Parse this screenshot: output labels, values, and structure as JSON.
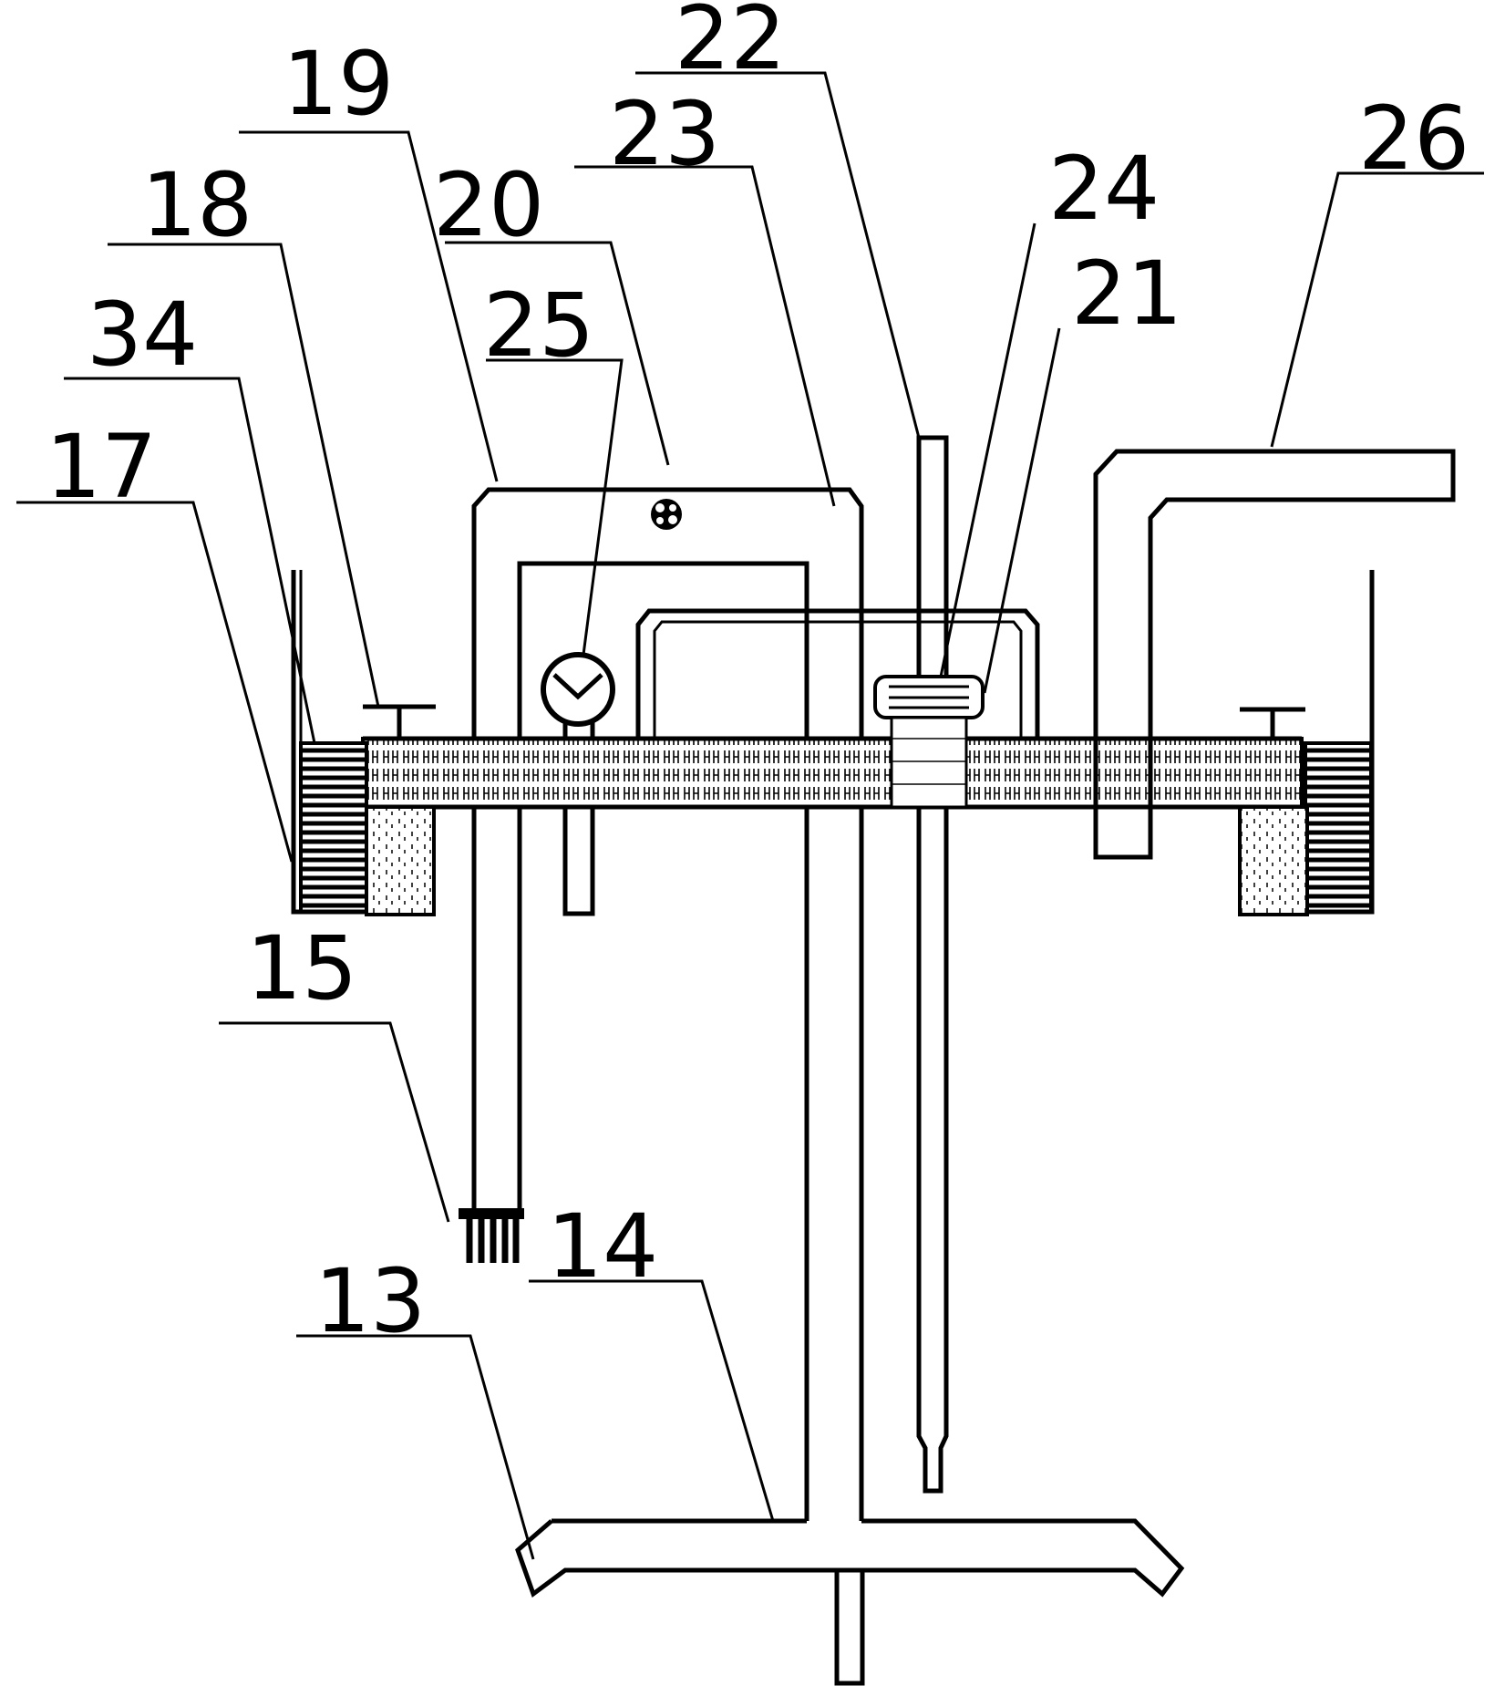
{
  "labels": {
    "l13": "13",
    "l14": "14",
    "l15": "15",
    "l17": "17",
    "l18": "18",
    "l19": "19",
    "l20": "20",
    "l21": "21",
    "l22": "22",
    "l23": "23",
    "l24": "24",
    "l25": "25",
    "l26": "26",
    "l34": "34"
  }
}
